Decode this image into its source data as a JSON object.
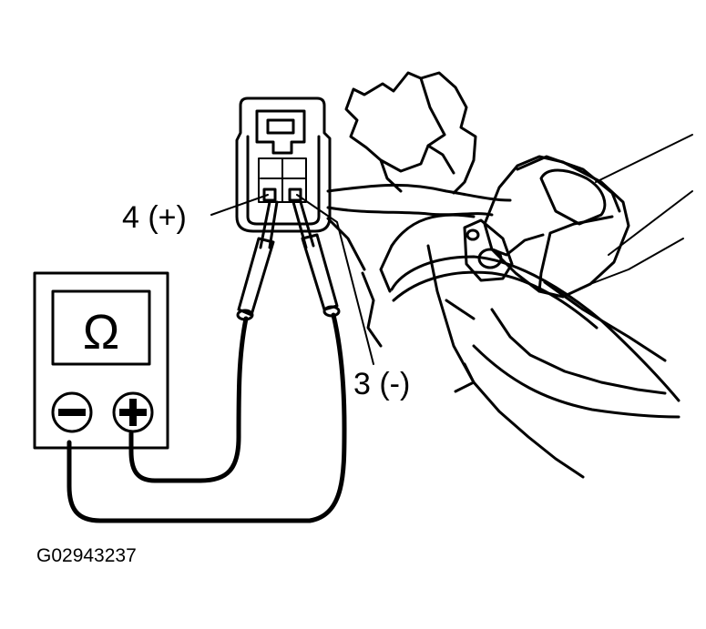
{
  "labels": {
    "pin_positive": "4 (+)",
    "pin_negative": "3 (-)",
    "figure_code": "G02943237"
  },
  "meter": {
    "display_symbol": "Ω",
    "negative_terminal_symbol": "−",
    "positive_terminal_symbol": "+"
  },
  "colors": {
    "ink": "#000000",
    "background": "#ffffff"
  }
}
